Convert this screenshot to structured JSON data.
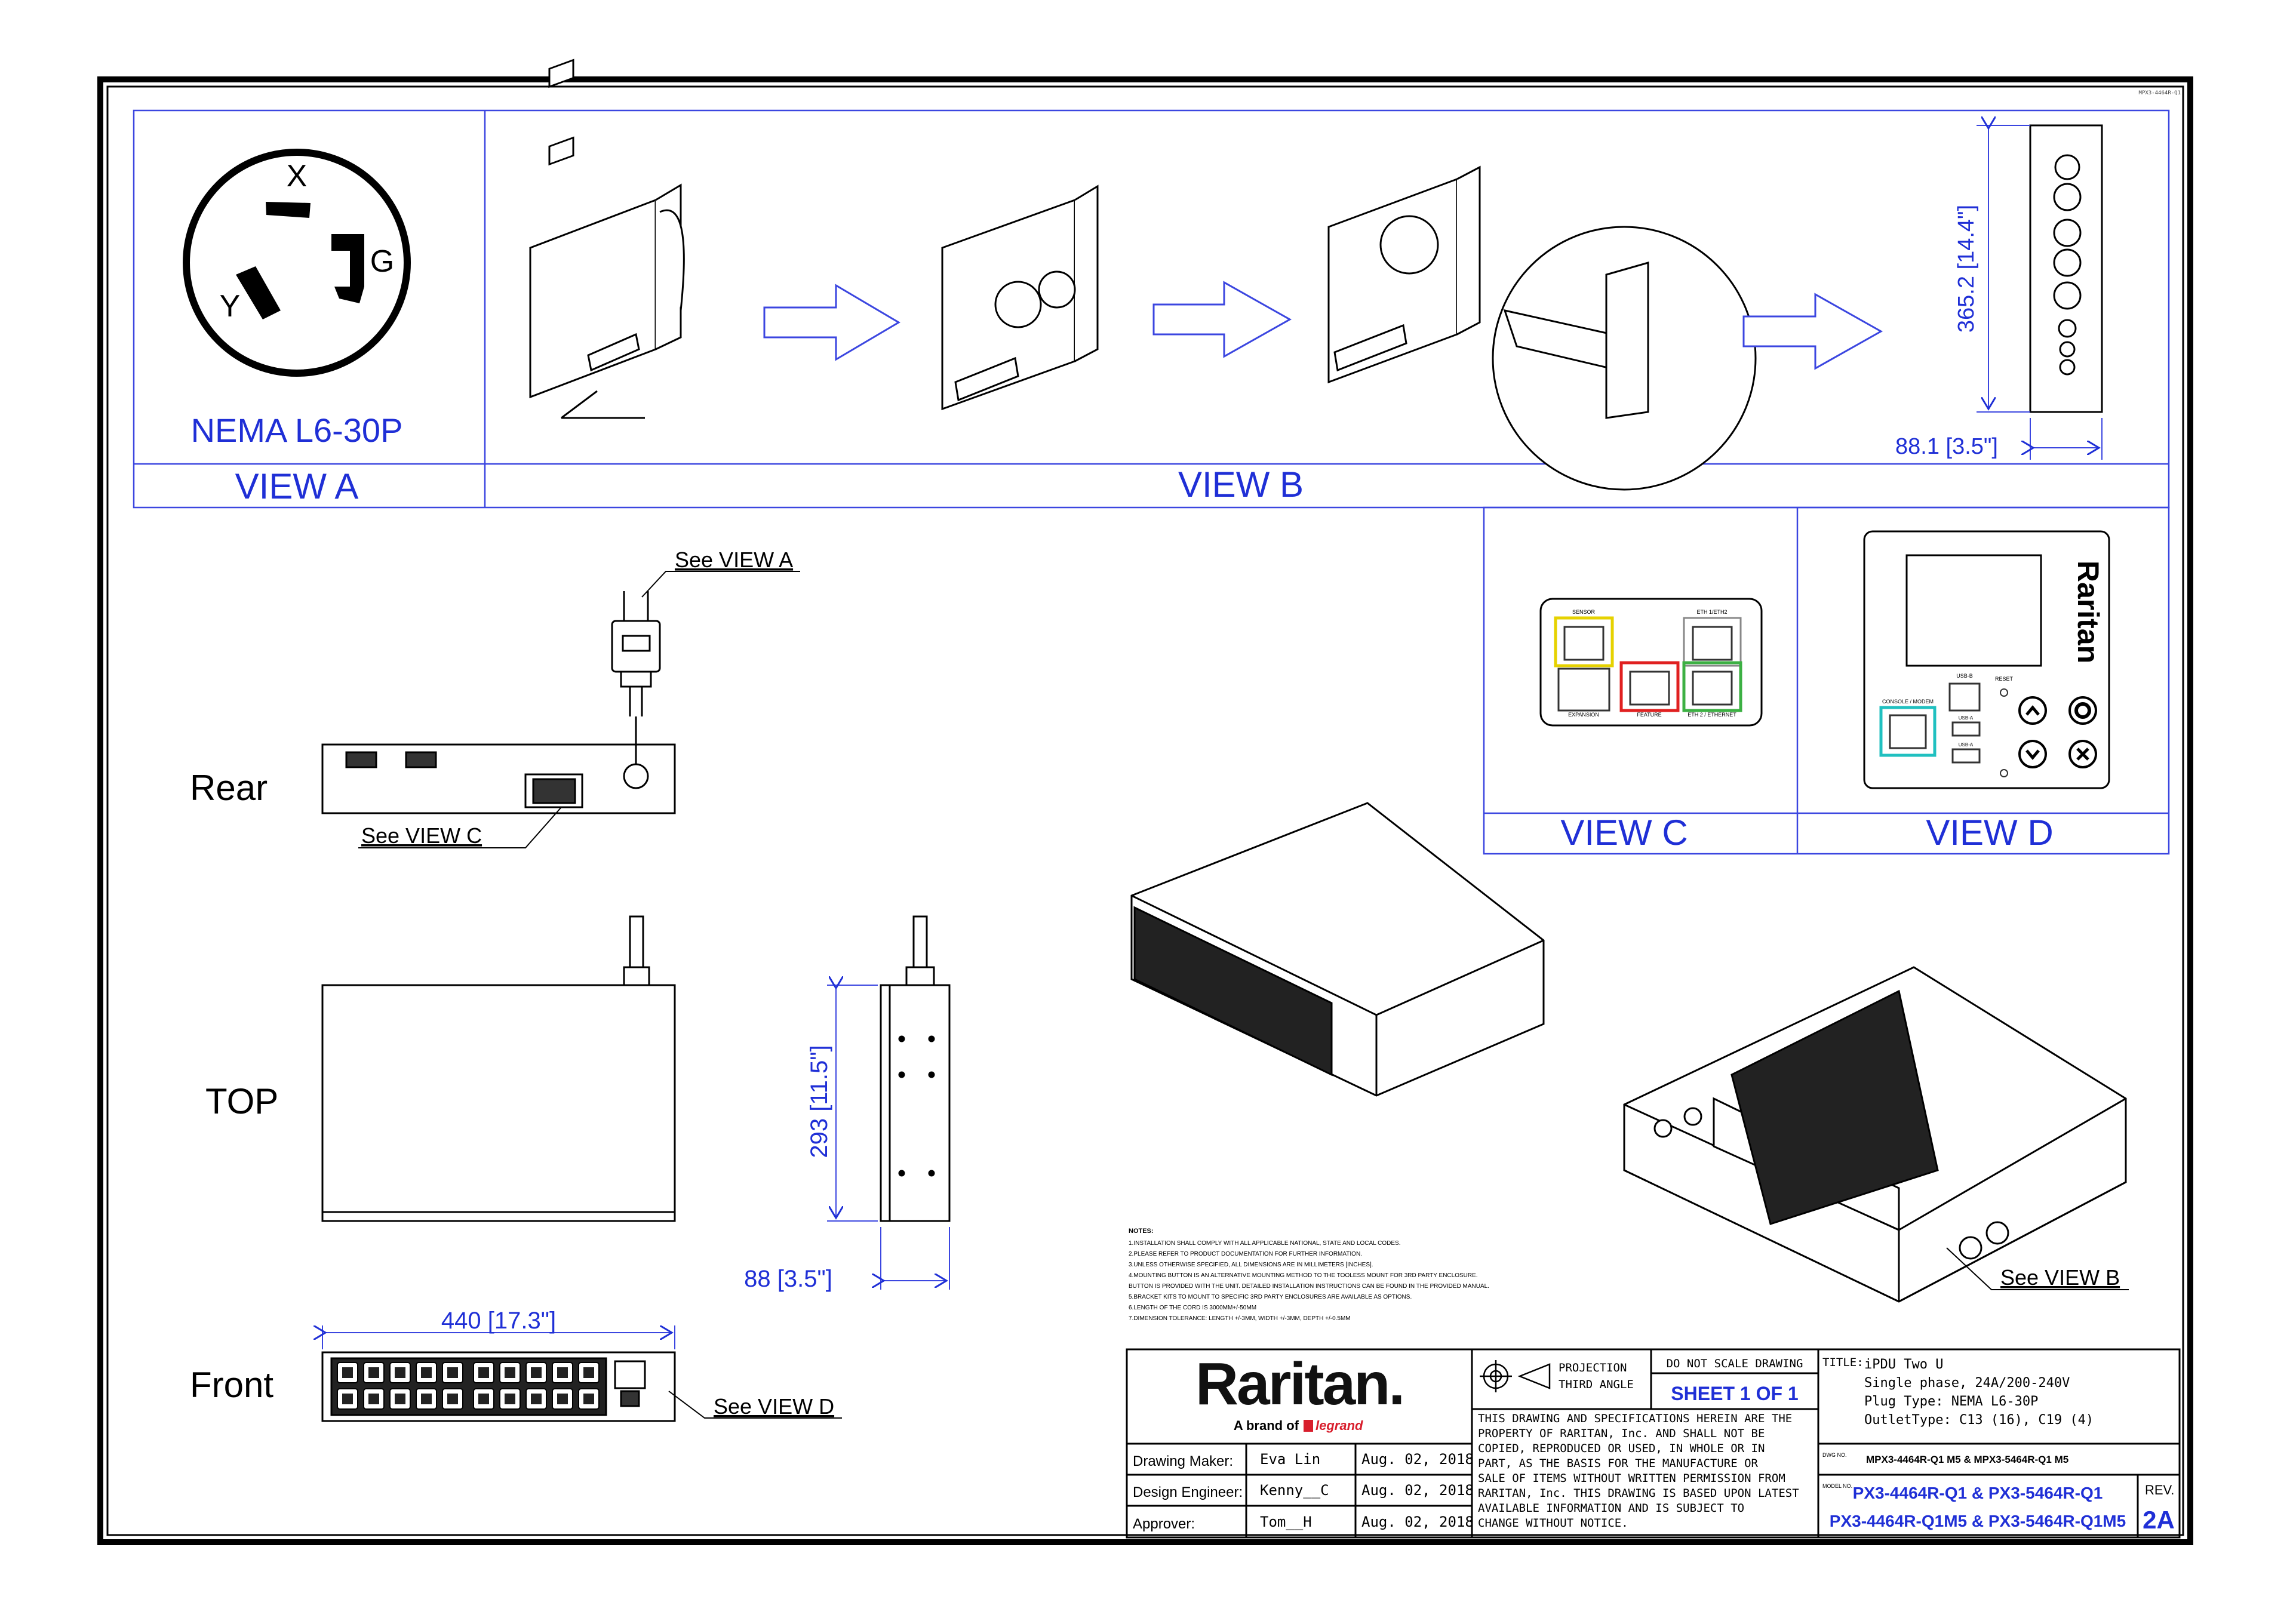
{
  "drawing_number": "MPX3-4464R-Q1",
  "view_a": {
    "pin_x": "X",
    "pin_y": "Y",
    "pin_g": "G",
    "plug_label": "NEMA L6-30P",
    "label": "VIEW A"
  },
  "view_b": {
    "label": "VIEW B",
    "dim_height": "365.2 [14.4\"]",
    "dim_width": "88.1 [3.5\"]"
  },
  "view_c": {
    "label": "VIEW C",
    "port_sensor": "SENSOR",
    "port_eth": "ETH 1/ETH2",
    "port_expansion": "EXPANSION",
    "port_feature": "FEATURE",
    "port_eth2": "ETH 2 / ETHERNET"
  },
  "view_d": {
    "label": "VIEW D",
    "brand": "Raritan",
    "usb_b": "USB-B",
    "reset": "RESET",
    "console": "CONSOLE / MODEM",
    "usb_a": "USB-A",
    "usb_a2": "USB-A"
  },
  "orthographic": {
    "rear_label": "Rear",
    "top_label": "TOP",
    "front_label": "Front",
    "see_view_a": "See VIEW A",
    "see_view_c": "See VIEW C",
    "see_view_d": "See VIEW D",
    "see_view_b": "See VIEW B",
    "dim_side_height": "293 [11.5\"]",
    "dim_side_width": "88 [3.5\"]",
    "dim_front_width": "440 [17.3\"]"
  },
  "notes": {
    "heading": "NOTES:",
    "lines": [
      "1.INSTALLATION SHALL COMPLY WITH ALL APPLICABLE NATIONAL, STATE AND LOCAL CODES.",
      "2.PLEASE REFER TO PRODUCT DOCUMENTATION FOR FURTHER INFORMATION.",
      "3.UNLESS OTHERWISE SPECIFIED, ALL DIMENSIONS ARE IN MILLIMETERS [INCHES].",
      "4.MOUNTING BUTTON IS AN ALTERNATIVE MOUNTING METHOD TO THE TOOLESS MOUNT FOR 3RD PARTY ENCLOSURE.",
      "  BUTTON IS PROVIDED WITH THE UNIT. DETAILED INSTALLATION INSTRUCTIONS CAN BE FOUND IN THE PROVIDED MANUAL.",
      "5.BRACKET KITS TO MOUNT TO SPECIFIC 3RD PARTY ENCLOSURES ARE AVAILABLE AS OPTIONS.",
      "6.LENGTH OF THE CORD IS 3000MM+/-50MM",
      "7.DIMENSION TOLERANCE: LENGTH +/-3MM, WIDTH +/-3MM, DEPTH +/-0.5MM"
    ]
  },
  "title_block": {
    "logo": "Raritan.",
    "brand_of": "A brand of",
    "legrand": "legrand",
    "projection_line1": "PROJECTION",
    "projection_line2": "THIRD ANGLE",
    "do_not_scale": "DO NOT SCALE DRAWING",
    "sheet": "SHEET 1 OF 1",
    "disclaimer": [
      "THIS DRAWING AND SPECIFICATIONS HEREIN ARE THE",
      "PROPERTY OF RARITAN, Inc. AND SHALL NOT BE",
      "COPIED, REPRODUCED OR USED, IN WHOLE OR IN",
      "PART, AS THE BASIS FOR THE MANUFACTURE OR",
      "SALE OF ITEMS WITHOUT WRITTEN PERMISSION FROM",
      "RARITAN, Inc. THIS DRAWING IS BASED UPON LATEST",
      "AVAILABLE INFORMATION AND IS SUBJECT TO",
      "CHANGE WITHOUT NOTICE."
    ],
    "maker_label": "Drawing Maker:",
    "maker_name": "Eva Lin",
    "maker_date": "Aug. 02, 2018",
    "engineer_label": "Design Engineer:",
    "engineer_name": "Kenny__C",
    "engineer_date": "Aug. 02, 2018",
    "approver_label": "Approver:",
    "approver_name": "Tom__H",
    "approver_date": "Aug. 02, 2018",
    "title_label": "TITLE:",
    "title_lines": [
      "iPDU Two U",
      "Single phase, 24A/200-240V",
      "Plug Type: NEMA L6-30P",
      "OutletType: C13 (16), C19 (4)"
    ],
    "dwg_no_label": "DWG NO.",
    "dwg_no": "MPX3-4464R-Q1 M5 & MPX3-5464R-Q1 M5",
    "model_label": "MODEL NO.",
    "model_line1": "PX3-4464R-Q1 & PX3-5464R-Q1",
    "model_line2": "PX3-4464R-Q1M5 & PX3-5464R-Q1M5",
    "rev_label": "REV.",
    "rev": "2A"
  },
  "colors": {
    "frame": "#000000",
    "blue": "#1f2fd6",
    "line_blue": "#3b46e0",
    "port_yellow": "#e6d200",
    "port_red": "#e02020",
    "port_green": "#3cb043",
    "port_cyan": "#20c0c0",
    "legrand_red": "#d81e2c"
  }
}
